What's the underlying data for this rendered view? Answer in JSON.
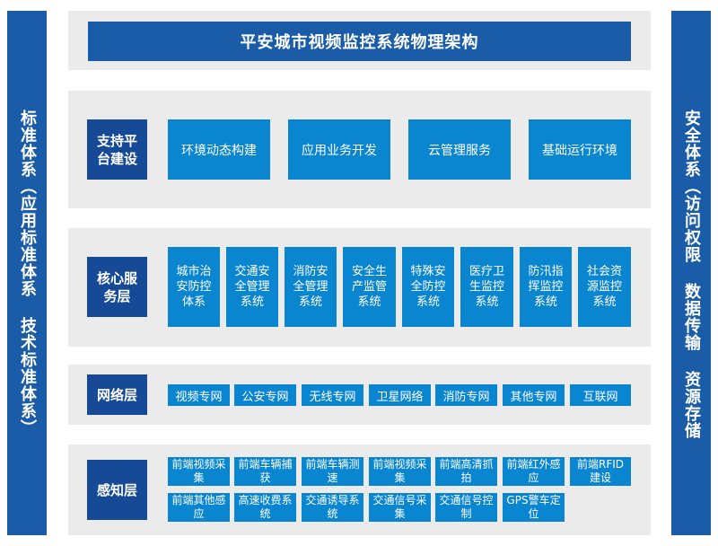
{
  "colors": {
    "side": "#1a5ca8",
    "label": "#164a96",
    "cell": "#0a85cf",
    "band": "#ebebeb"
  },
  "left_side": "标准体系（应用标准体系 技术标准体系）",
  "right_side": "安全体系（访问权限 数据传输 资源存储",
  "title": "平安城市视频监控系统物理架构",
  "support": {
    "label": "支持平台建设",
    "items": [
      "环境动态构建",
      "应用业务开发",
      "云管理服务",
      "基础运行环境"
    ]
  },
  "core": {
    "label": "核心服务层",
    "items": [
      "城市治安防控体系",
      "交通安全管理系统",
      "消防安全管理系统",
      "安全生产监管系统",
      "特殊安全防控系统",
      "医疗卫生监控系统",
      "防汛指挥监控系统",
      "社会资源监控系统"
    ]
  },
  "network": {
    "label": "网络层",
    "items": [
      "视频专网",
      "公安专网",
      "无线专网",
      "卫星网络",
      "消防专网",
      "其他专网",
      "互联网"
    ]
  },
  "perception": {
    "label": "感知层",
    "items": [
      "前端视频采集",
      "前端车辆捕获",
      "前端车辆测速",
      "前端视频采集",
      "前端高清抓拍",
      "前端红外感应",
      "前端RFID建设",
      "前端其他感应",
      "高速收费系统",
      "交通诱导系统",
      "交通信号采集",
      "交通信号控制",
      "GPS警车定位"
    ]
  }
}
